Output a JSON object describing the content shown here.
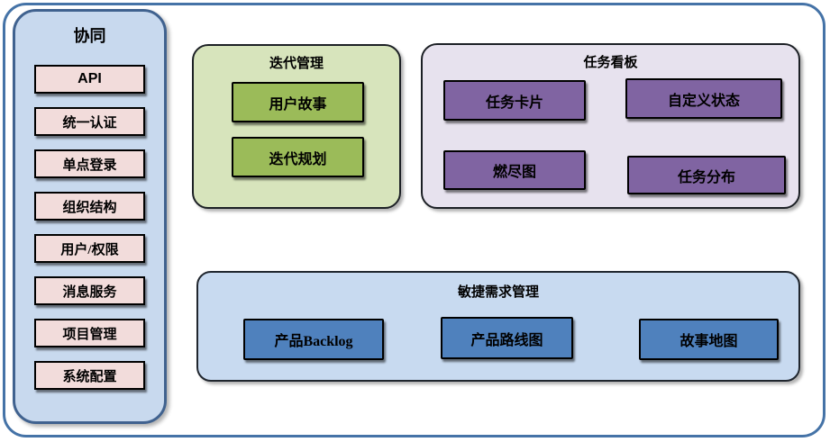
{
  "sidebar": {
    "title": "协同",
    "items": [
      {
        "label": "API"
      },
      {
        "label": "统一认证"
      },
      {
        "label": "单点登录"
      },
      {
        "label": "组织结构"
      },
      {
        "label": "用户/权限"
      },
      {
        "label": "消息服务"
      },
      {
        "label": "项目管理"
      },
      {
        "label": "系统配置"
      }
    ]
  },
  "iteration": {
    "title": "迭代管理",
    "boxes": [
      {
        "label": "用户故事"
      },
      {
        "label": "迭代规划"
      }
    ]
  },
  "kanban": {
    "title": "任务看板",
    "boxes": [
      {
        "label": "任务卡片"
      },
      {
        "label": "自定义状态"
      },
      {
        "label": "燃尽图"
      },
      {
        "label": "任务分布"
      }
    ]
  },
  "requirements": {
    "title": "敏捷需求管理",
    "boxes": [
      {
        "label": "产品Backlog"
      },
      {
        "label": "产品路线图"
      },
      {
        "label": "故事地图"
      }
    ]
  },
  "colors": {
    "frame-border": "#4573a7",
    "sidebar-fill": "#c8d9ee",
    "sidebar-border": "#40628f",
    "sidebar-item-fill": "#f2dcdb",
    "iteration-fill": "#d7e4bc",
    "iteration-box-fill": "#9bbb59",
    "kanban-fill": "#e7e2ee",
    "kanban-box-fill": "#8064a2",
    "requirements-fill": "#c8daf0",
    "requirements-box-fill": "#4f81bd"
  }
}
